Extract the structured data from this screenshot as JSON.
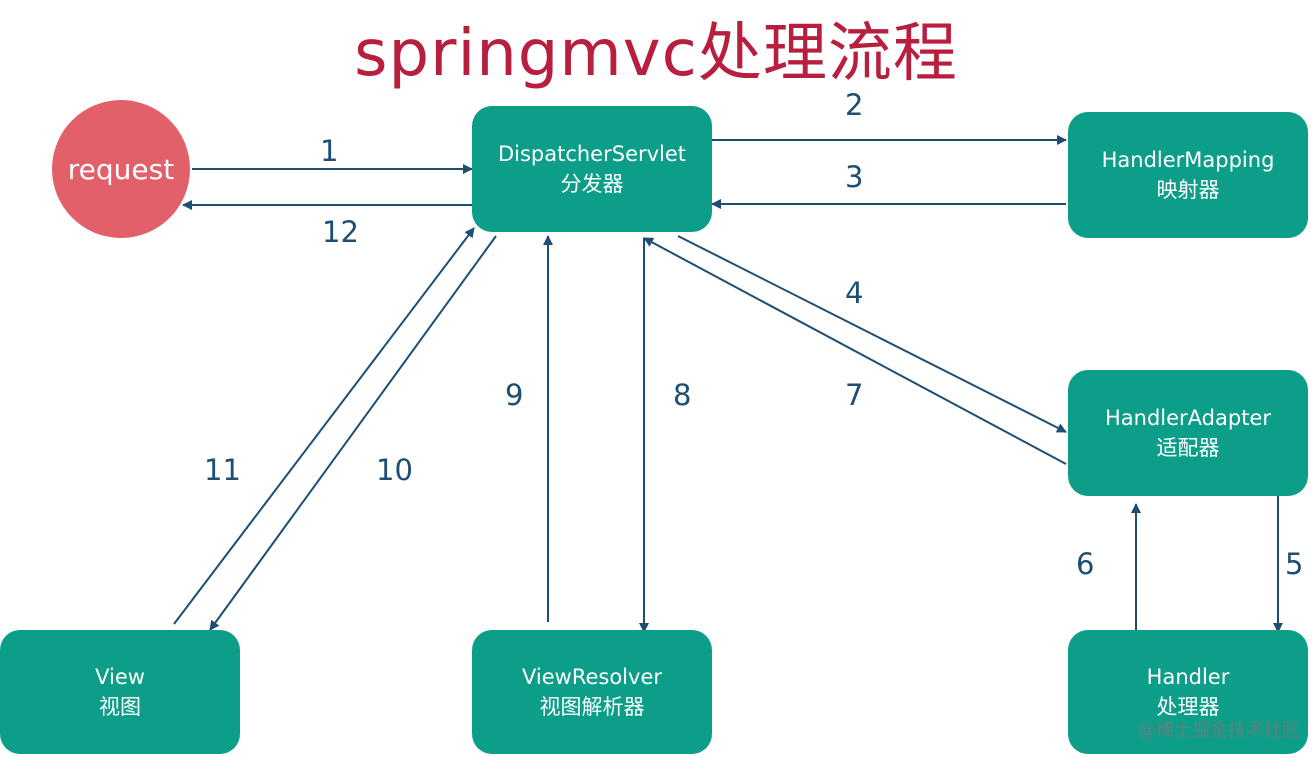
{
  "title": "springmvc处理流程",
  "request": "request",
  "nodes": {
    "dispatcher": {
      "name": "DispatcherServlet",
      "sub": "分发器"
    },
    "mapping": {
      "name": "HandlerMapping",
      "sub": "映射器"
    },
    "adapter": {
      "name": "HandlerAdapter",
      "sub": "适配器"
    },
    "handler": {
      "name": "Handler",
      "sub": "处理器"
    },
    "resolver": {
      "name": "ViewResolver",
      "sub": "视图解析器"
    },
    "view": {
      "name": "View",
      "sub": "视图"
    }
  },
  "steps": [
    "1",
    "2",
    "3",
    "4",
    "5",
    "6",
    "7",
    "8",
    "9",
    "10",
    "11",
    "12"
  ],
  "watermark": "@稀土掘金技术社区",
  "colors": {
    "title": "#b81e3d",
    "node": "#0d9e8a",
    "request": "#e2606a",
    "arrow": "#1e4e73"
  }
}
